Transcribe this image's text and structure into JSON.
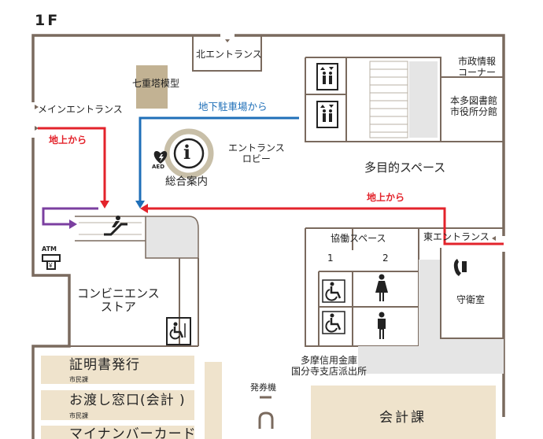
{
  "floor_label": "1F",
  "rooms": {
    "pagoda_model": "七重塔模型",
    "north_entrance": "北エントランス",
    "main_entrance": "メインエントランス",
    "entrance_lobby": "エントランス\nロビー",
    "general_information": "総合案内",
    "city_info_corner": "市政情報\nコーナー",
    "library_branch": "本多図書館\n市役所分館",
    "multipurpose_space": "多目的スペース",
    "cooperation_space": "協働スペース",
    "cooperation_space_1": "1",
    "cooperation_space_2": "2",
    "east_entrance": "東エントランス",
    "guard_room": "守衛室",
    "convenience_store": "コンビニエンス\nストア",
    "bank_branch": "多摩信用金庫\n国分寺支店派出所",
    "ticket_machine": "発券機",
    "cashier_section": "会計課"
  },
  "routes": {
    "from_underground_parking": "地下駐車場から",
    "from_ground_left": "地上から",
    "from_ground_right": "地上から"
  },
  "counters": [
    {
      "title": "証明書発行",
      "dept": "市民課"
    },
    {
      "title": "お渡し窓口(会計 )",
      "dept": "市民課"
    },
    {
      "title": "マイナンバーカード",
      "dept": ""
    }
  ],
  "icons": {
    "aed_label": "AED",
    "atm_label": "ATM",
    "info_symbol": "i"
  },
  "colors": {
    "wall": "#7a6a5e",
    "floor_fill": "#e5e5e5",
    "counter_fill": "#efe3cc",
    "pagoda_fill": "#c2b293",
    "route_red": "#e3232b",
    "route_blue": "#1f6fb8",
    "route_purple": "#7b3fa0",
    "info_ring": "#c8bfa8"
  }
}
